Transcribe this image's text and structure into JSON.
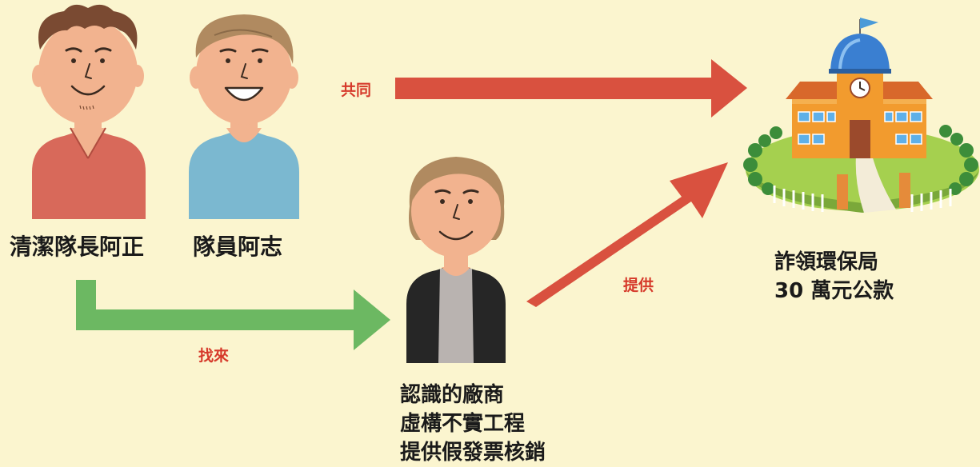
{
  "people": {
    "leader": {
      "label": "清潔隊長阿正"
    },
    "member": {
      "label": "隊員阿志"
    },
    "vendor": {
      "lines": [
        "認識的廠商",
        "虛構不實工程",
        "提供假發票核銷"
      ]
    }
  },
  "target": {
    "lines": [
      "詐領環保局",
      "30 萬元公款"
    ]
  },
  "arrows": {
    "together": {
      "label": "共同",
      "color": "#d9513f"
    },
    "recruit": {
      "label": "找來",
      "color": "#6cb862"
    },
    "provide": {
      "label": "提供",
      "color": "#d9513f"
    }
  },
  "colors": {
    "background": "#fbf5cf",
    "skin": "#f2b38f",
    "accent_red": "#d63a2b"
  }
}
